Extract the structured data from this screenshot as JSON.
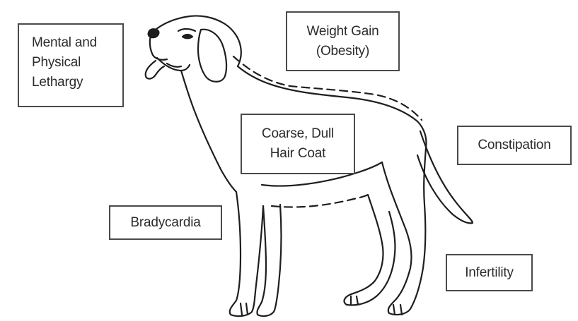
{
  "diagram": {
    "labels": {
      "lethargy": "Mental and\nPhysical\nLethargy",
      "weight_gain": "Weight Gain\n(Obesity)",
      "coat": "Coarse, Dull\nHair Coat",
      "constipation": "Constipation",
      "bradycardia": "Bradycardia",
      "infertility": "Infertility"
    }
  }
}
